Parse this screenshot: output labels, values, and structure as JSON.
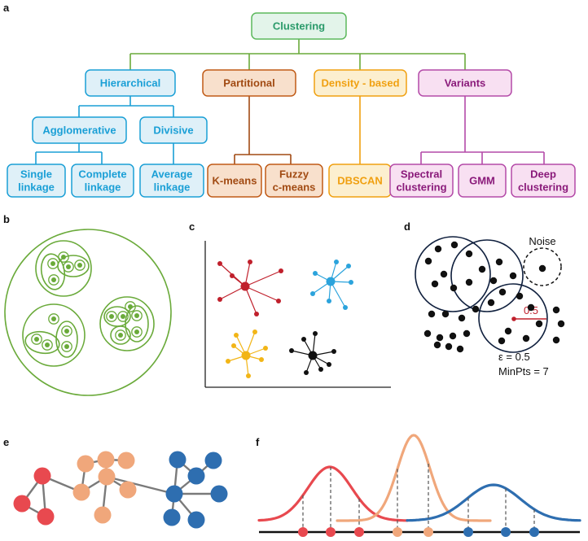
{
  "colors": {
    "root": "#2a9a6a",
    "root_fill": "#e3f4ea",
    "root_stroke": "#5cb85c",
    "hier": "#1a9fd6",
    "hier_fill": "#dff0f8",
    "part": "#a14a12",
    "part_fill": "#f8e0cc",
    "part_stroke": "#c05a16",
    "dens": "#f0a010",
    "dens_fill": "#fcefcf",
    "var": "#8a1a7a",
    "var_fill": "#f8e0f2",
    "var_stroke": "#b44aa8",
    "green": "#6aaa3a",
    "c_red": "#c0202c",
    "c_blue": "#2ba3dc",
    "c_yellow": "#f2b516",
    "c_black": "#111111",
    "net_red": "#e8494f",
    "net_peach": "#f0a77b",
    "net_blue": "#2e6eb0",
    "navy": "#0f1f3d",
    "eps_red": "#c0202c"
  },
  "panels": {
    "a": "a",
    "b": "b",
    "c": "c",
    "d": "d",
    "e": "e",
    "f": "f"
  },
  "tree": {
    "root": "Clustering",
    "hierarchical": "Hierarchical",
    "partitional": "Partitional",
    "density": "Density - based",
    "variants": "Variants",
    "agglomerative": "Agglomerative",
    "divisive": "Divisive",
    "leaves": {
      "single": [
        "Single",
        "linkage"
      ],
      "complete": [
        "Complete",
        "linkage"
      ],
      "average": [
        "Average",
        "linkage"
      ],
      "kmeans": [
        "K-means"
      ],
      "fuzzy": [
        "Fuzzy",
        "c-means"
      ],
      "dbscan": [
        "DBSCAN"
      ],
      "spectral": [
        "Spectral",
        "clustering"
      ],
      "gmm": [
        "GMM"
      ],
      "deep": [
        "Deep",
        "clustering"
      ]
    }
  },
  "dbscan_panel": {
    "noise_label": "Noise",
    "radius_label": "0.5",
    "epsilon": "ε = 0.5",
    "minpts": "MinPts = 7"
  }
}
